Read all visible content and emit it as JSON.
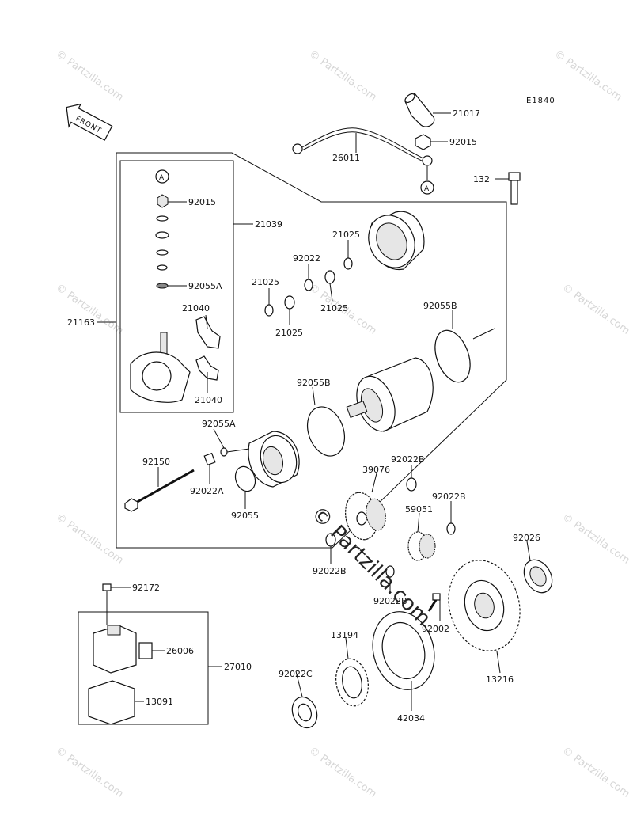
{
  "diagram_code": "E1840",
  "front_label": "FRONT",
  "ref_marker": "A",
  "watermark_small": "© Partzilla.com",
  "watermark_large": "© Partzilla.com",
  "labels": {
    "p21017": "21017",
    "p92015_top": "92015",
    "p26011": "26011",
    "p132": "132",
    "p92015_stack": "92015",
    "p21039": "21039",
    "p92055A_upper": "92055A",
    "p21040_a": "21040",
    "p21040_b": "21040",
    "p21163": "21163",
    "p21025_a": "21025",
    "p92022": "92022",
    "p21025_b": "21025",
    "p21025_c": "21025",
    "p21025_d": "21025",
    "p92055B_right": "92055B",
    "p92055B_mid": "92055B",
    "p92055A_lower": "92055A",
    "p92150": "92150",
    "p92022A": "92022A",
    "p92055": "92055",
    "p92022B_a": "92022B",
    "p39076": "39076",
    "p92022B_b": "92022B",
    "p59051": "59051",
    "p92022B_c": "92022B",
    "p92022B_d": "92022B",
    "p92026": "92026",
    "p92002": "92002",
    "p92172": "92172",
    "p26006": "26006",
    "p27010": "27010",
    "p13194": "13194",
    "p92022C": "92022C",
    "p13091": "13091",
    "p42034": "42034",
    "p13216": "13216"
  }
}
